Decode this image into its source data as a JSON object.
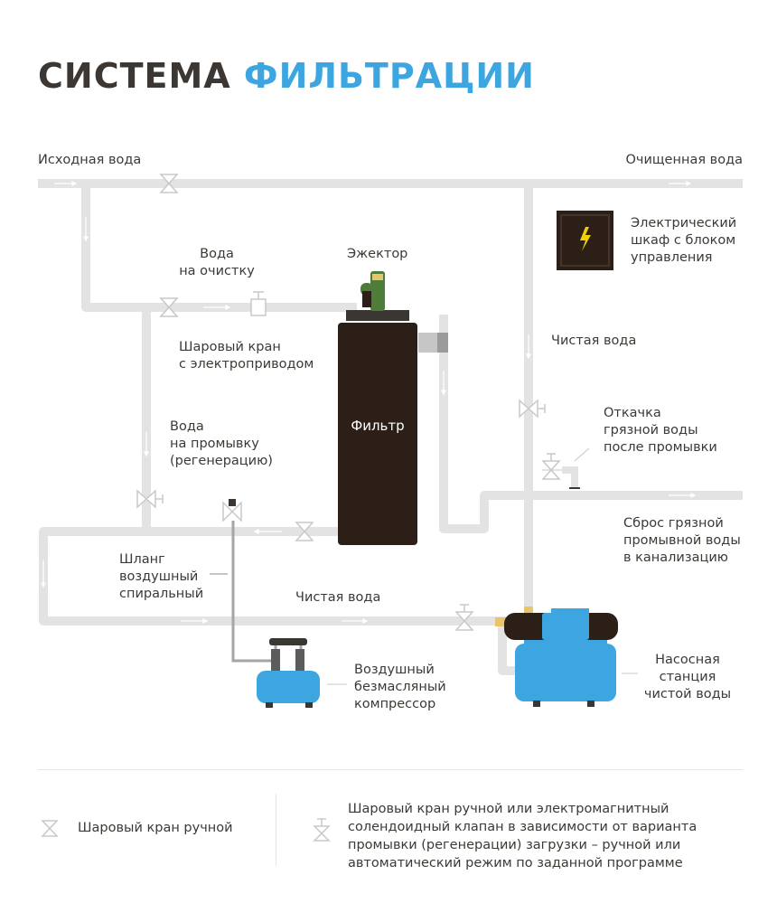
{
  "title": {
    "part1": "СИСТЕМА",
    "part2": "ФИЛЬТРАЦИИ"
  },
  "labels": {
    "source_water": "Исходная вода",
    "treated_water": "Очищенная вода",
    "water_to_treatment": [
      "Вода",
      "на очистку"
    ],
    "ejector": "Эжектор",
    "electric_cabinet": [
      "Электрический",
      "шкаф с блоком",
      "управления"
    ],
    "ball_valve_motor": [
      "Шаровый кран",
      "с электроприводом"
    ],
    "clean_water_top": "Чистая вода",
    "filter": "Фильтр",
    "wash_water": [
      "Вода",
      "на промывку",
      "(регенерацию)"
    ],
    "dirty_water_pumping": [
      "Откачка",
      "грязной воды",
      "после промывки"
    ],
    "dirty_discharge": [
      "Сброс грязной",
      "промывной воды",
      "в канализацию"
    ],
    "air_hose": [
      "Шланг",
      "воздушный",
      "спиральный"
    ],
    "clean_water_bottom": "Чистая вода",
    "compressor": [
      "Воздушный",
      "безмасляный",
      "компрессор"
    ],
    "pump_station": [
      "Насосная",
      "станция",
      "чистой воды"
    ]
  },
  "legend": {
    "manual_valve": "Шаровый кран ручной",
    "auto_valve": [
      "Шаровый кран ручной или электромагнитный",
      "солендоидный клапан в зависимости от варианта",
      "промывки (регенерации) загрузки – ручной или",
      "автоматический режим по заданной программе"
    ]
  },
  "colors": {
    "pipe": "#e3e3e3",
    "filter_body": "#2b1f18",
    "accent_blue": "#3da6e0",
    "ejector_green": "#4e7d3a",
    "cabinet_bolt": "#f0d000",
    "title_dark": "#3c3733"
  },
  "icons": [
    "valve-icon",
    "motor-valve-icon",
    "lightning-icon",
    "flow-arrow-icon"
  ]
}
